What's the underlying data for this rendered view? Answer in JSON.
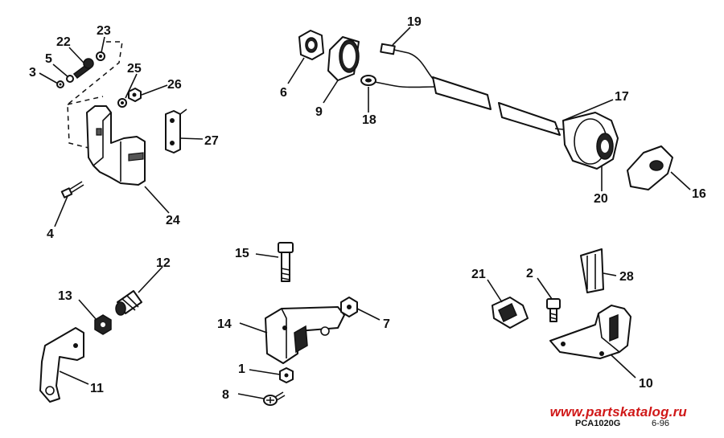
{
  "labels": {
    "l1": "1",
    "l2": "2",
    "l3": "3",
    "l4": "4",
    "l5": "5",
    "l6": "6",
    "l7": "7",
    "l8": "8",
    "l9": "9",
    "l10": "10",
    "l11": "11",
    "l12": "12",
    "l13": "13",
    "l14": "14",
    "l15": "15",
    "l16": "16",
    "l17": "17",
    "l18": "18",
    "l19": "19",
    "l20": "20",
    "l21": "21",
    "l22": "22",
    "l23": "23",
    "l24": "24",
    "l25": "25",
    "l26": "26",
    "l27": "27",
    "l28": "28"
  },
  "footer": {
    "watermark": "www.partskatalog.ru",
    "drawing_code": "PCA1020G",
    "date": "6-96"
  },
  "colors": {
    "watermark": "#d01818",
    "ink": "#111111"
  }
}
